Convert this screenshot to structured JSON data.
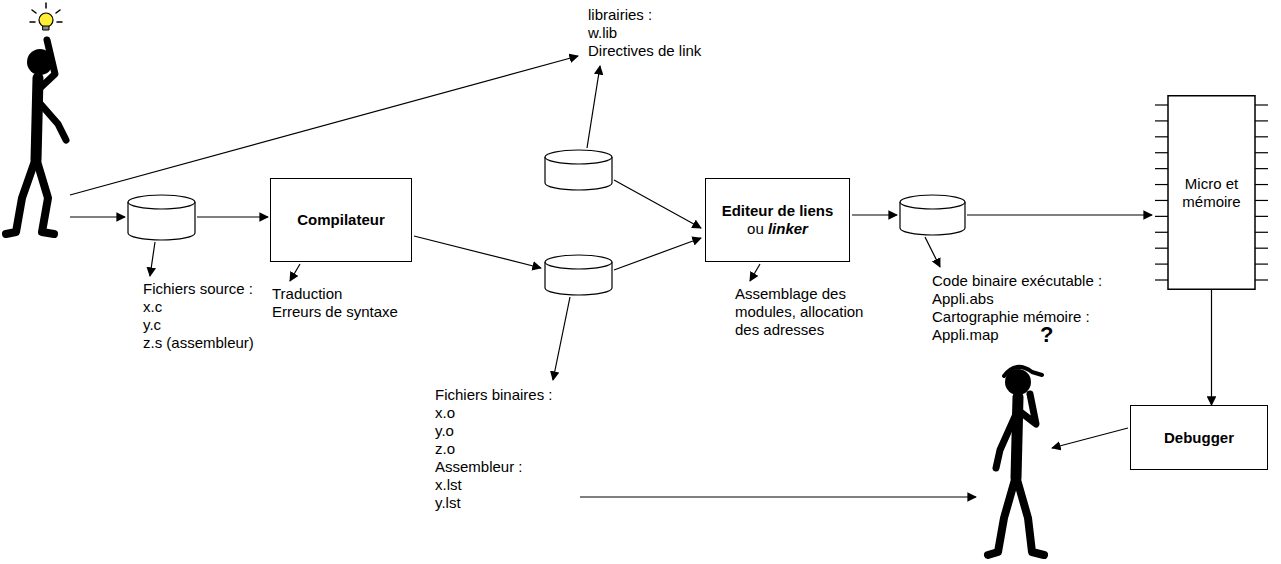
{
  "diagram": {
    "nodes": [
      {
        "text": [
          "Compilateur"
        ]
      },
      {
        "text": [
          "Editeur de liens",
          "ou linker"
        ]
      },
      {
        "text": [
          "Micro et mémoire"
        ]
      },
      {
        "text": [
          "Debugger"
        ]
      }
    ],
    "edges": [
      {
        "from": 2,
        "to": 3,
        "arrow": "to"
      }
    ],
    "labels": [
      "librairies :",
      "w.lib",
      "Directives de link",
      "Fichiers source :",
      "x.c",
      "y.c",
      "z.s (assembleur)",
      "Traduction",
      "Erreurs de syntaxe",
      "Fichiers binaires :",
      "x.o",
      "y.o",
      "z.o",
      "Assembleur :",
      "x.lst",
      "y.lst",
      "Assemblage des",
      "modules, allocation",
      "des adresses",
      "Code binaire exécutable :",
      "Appli.abs",
      "Cartographie mémoire :",
      "Appli.map",
      "?"
    ]
  }
}
